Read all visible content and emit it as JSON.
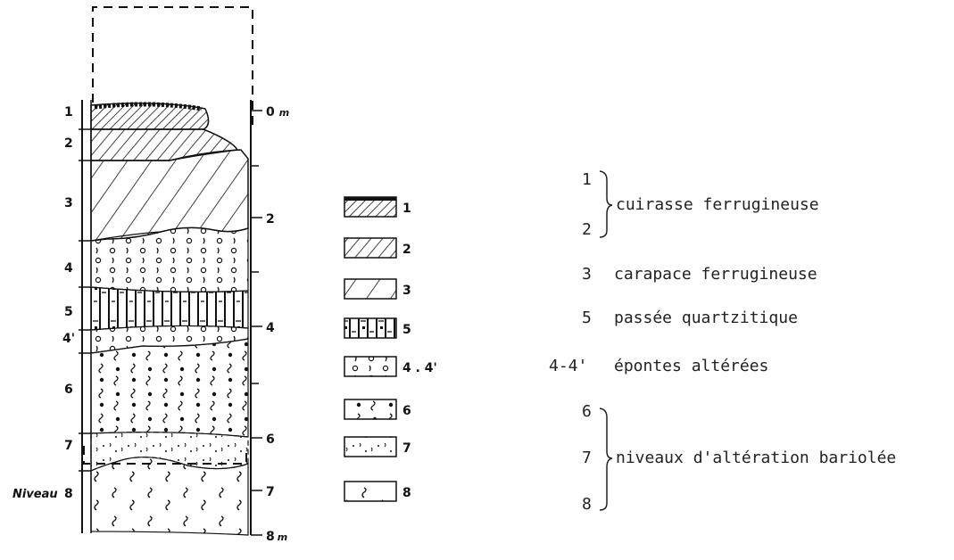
{
  "column": {
    "left_labels": [
      "1",
      "2",
      "3",
      "4",
      "5",
      "4'",
      "6",
      "7",
      "8"
    ],
    "niveau_label": "Niveau",
    "depth_scale": {
      "zero": "0",
      "zero_unit": "m",
      "marks": [
        "2",
        "4",
        "6",
        "7"
      ],
      "bottom": "8",
      "bottom_unit": "m"
    }
  },
  "key_boxes": [
    "1",
    "2",
    "3",
    "5",
    "4 . 4'",
    "6",
    "7",
    "8"
  ],
  "legend": {
    "group1": {
      "numbers": [
        "1",
        "2"
      ],
      "text": "cuirasse ferrugineuse"
    },
    "item3": {
      "number": "3",
      "text": "carapace ferrugineuse"
    },
    "item5": {
      "number": "5",
      "text": "passée quartzitique"
    },
    "item44": {
      "number": "4-4'",
      "text": "épontes altérées"
    },
    "group2": {
      "numbers": [
        "6",
        "7",
        "8"
      ],
      "text": "niveaux d'altération bariolée"
    }
  }
}
